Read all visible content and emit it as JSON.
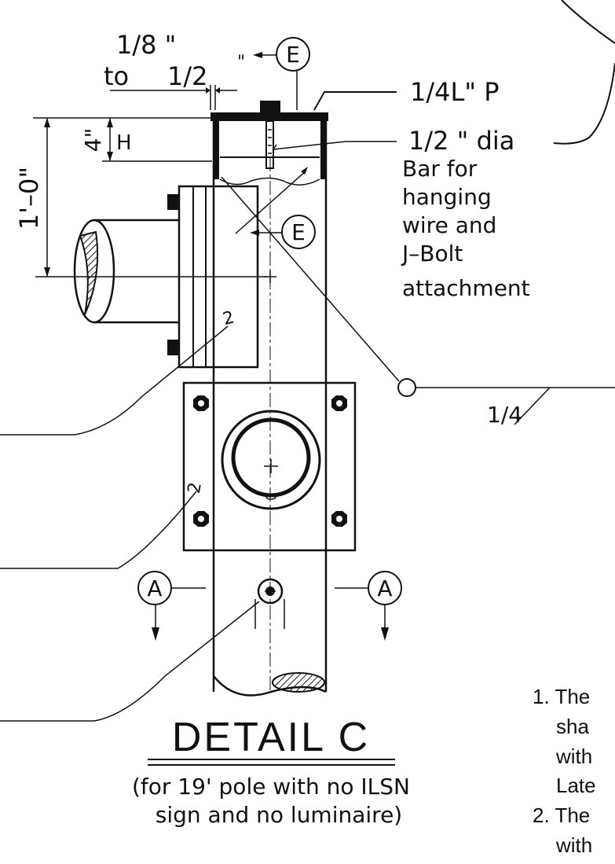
{
  "dimensions": {
    "gap_line1": "1/8 \"",
    "gap_line2_prefix": "to",
    "gap_line2_value": "1/2",
    "gap_line2_quote": "\"",
    "plate_height": "4\"",
    "overall_height": "1'–0\""
  },
  "callouts": {
    "section_e_top": "E",
    "section_e_mid": "E",
    "section_a_left": "A",
    "section_a_right": "A"
  },
  "labels": {
    "plate_line": "1/4L\" P",
    "bar_dia": "1/2 \" dia",
    "bar_desc_1": "Bar for",
    "bar_desc_2": "hanging",
    "bar_desc_3": "wire and",
    "bar_desc_4": "J–Bolt",
    "bar_desc_5": "attachment",
    "weld_size": "1/4",
    "tag_2a": "2",
    "tag_2b": "2"
  },
  "detail": {
    "title": "DETAIL C",
    "subtitle_1": "(for 19' pole with no ILSN",
    "subtitle_2": "sign and no luminaire)"
  },
  "notes": {
    "n1_line1": "1. The",
    "n1_line2": "sha",
    "n1_line3": "with",
    "n1_line4": "Late",
    "n2_line1": "2. The",
    "n2_line2": "with"
  },
  "colors": {
    "ink": "#111111",
    "paper": "#ffffff"
  }
}
